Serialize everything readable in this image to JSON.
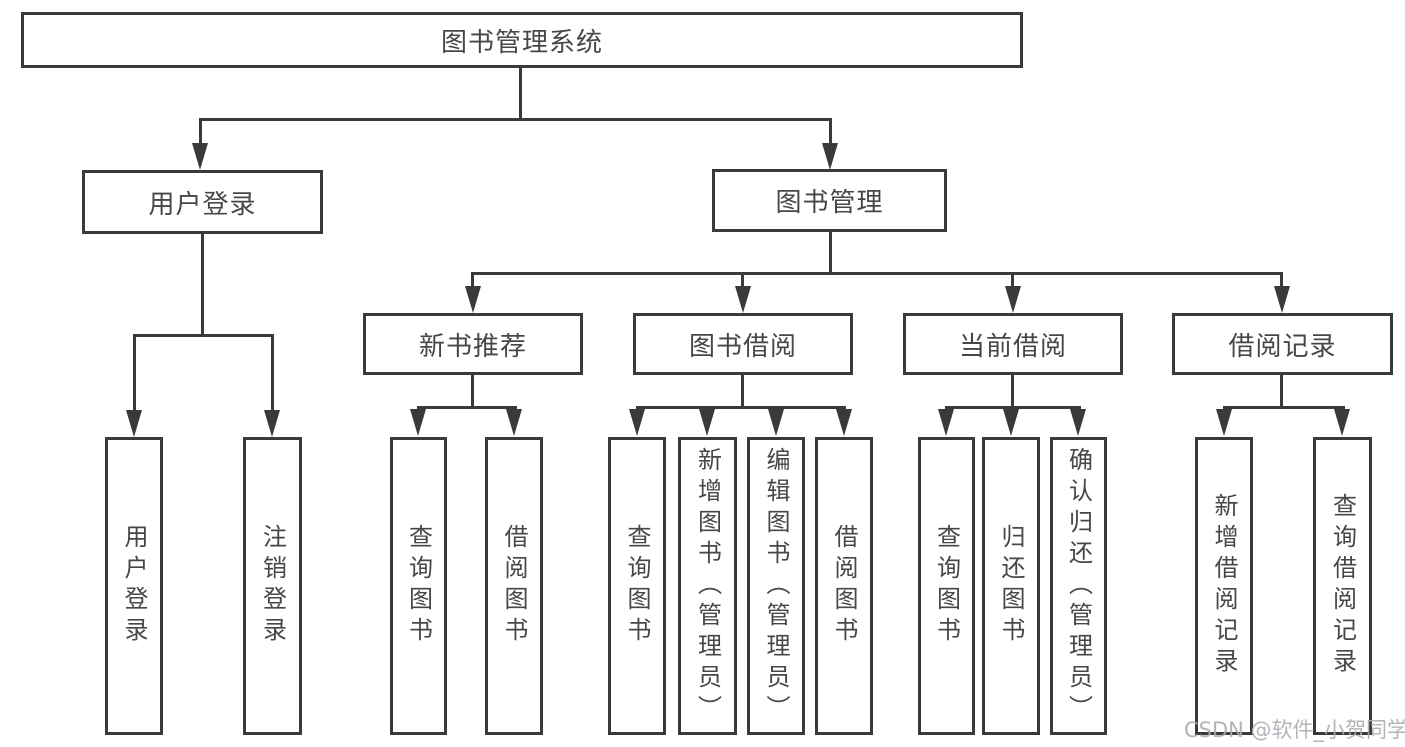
{
  "diagram": {
    "title": "图书管理系统",
    "watermark": "CSDN @软件_小贺同学",
    "colors": {
      "line": "#3a3a3a",
      "text": "#474747",
      "watermark": "#a8adb3",
      "background": "#ffffff"
    },
    "nodes": {
      "root": {
        "label": "图书管理系统"
      },
      "login": {
        "label": "用户登录"
      },
      "mgmt": {
        "label": "图书管理"
      },
      "newbook": {
        "label": "新书推荐"
      },
      "borrow": {
        "label": "图书借阅"
      },
      "current": {
        "label": "当前借阅"
      },
      "records": {
        "label": "借阅记录"
      },
      "login_user": {
        "label": "用户登录"
      },
      "login_logout": {
        "label": "注销登录"
      },
      "newbook_query": {
        "label": "查询图书"
      },
      "newbook_borrow": {
        "label": "借阅图书"
      },
      "borrow_query": {
        "label": "查询图书"
      },
      "borrow_add": {
        "label": "新增图书（管理员）"
      },
      "borrow_edit": {
        "label": "编辑图书（管理员）"
      },
      "borrow_borrow": {
        "label": "借阅图书"
      },
      "current_query": {
        "label": "查询图书"
      },
      "current_return": {
        "label": "归还图书"
      },
      "current_confirm": {
        "label": "确认归还（管理员）"
      },
      "records_add": {
        "label": "新增借阅记录"
      },
      "records_query": {
        "label": "查询借阅记录"
      }
    },
    "edges": [
      [
        "root",
        "login"
      ],
      [
        "root",
        "mgmt"
      ],
      [
        "login",
        "login_user"
      ],
      [
        "login",
        "login_logout"
      ],
      [
        "mgmt",
        "newbook"
      ],
      [
        "mgmt",
        "borrow"
      ],
      [
        "mgmt",
        "current"
      ],
      [
        "mgmt",
        "records"
      ],
      [
        "newbook",
        "newbook_query"
      ],
      [
        "newbook",
        "newbook_borrow"
      ],
      [
        "borrow",
        "borrow_query"
      ],
      [
        "borrow",
        "borrow_add"
      ],
      [
        "borrow",
        "borrow_edit"
      ],
      [
        "borrow",
        "borrow_borrow"
      ],
      [
        "current",
        "current_query"
      ],
      [
        "current",
        "current_return"
      ],
      [
        "current",
        "current_confirm"
      ],
      [
        "records",
        "records_add"
      ],
      [
        "records",
        "records_query"
      ]
    ]
  }
}
